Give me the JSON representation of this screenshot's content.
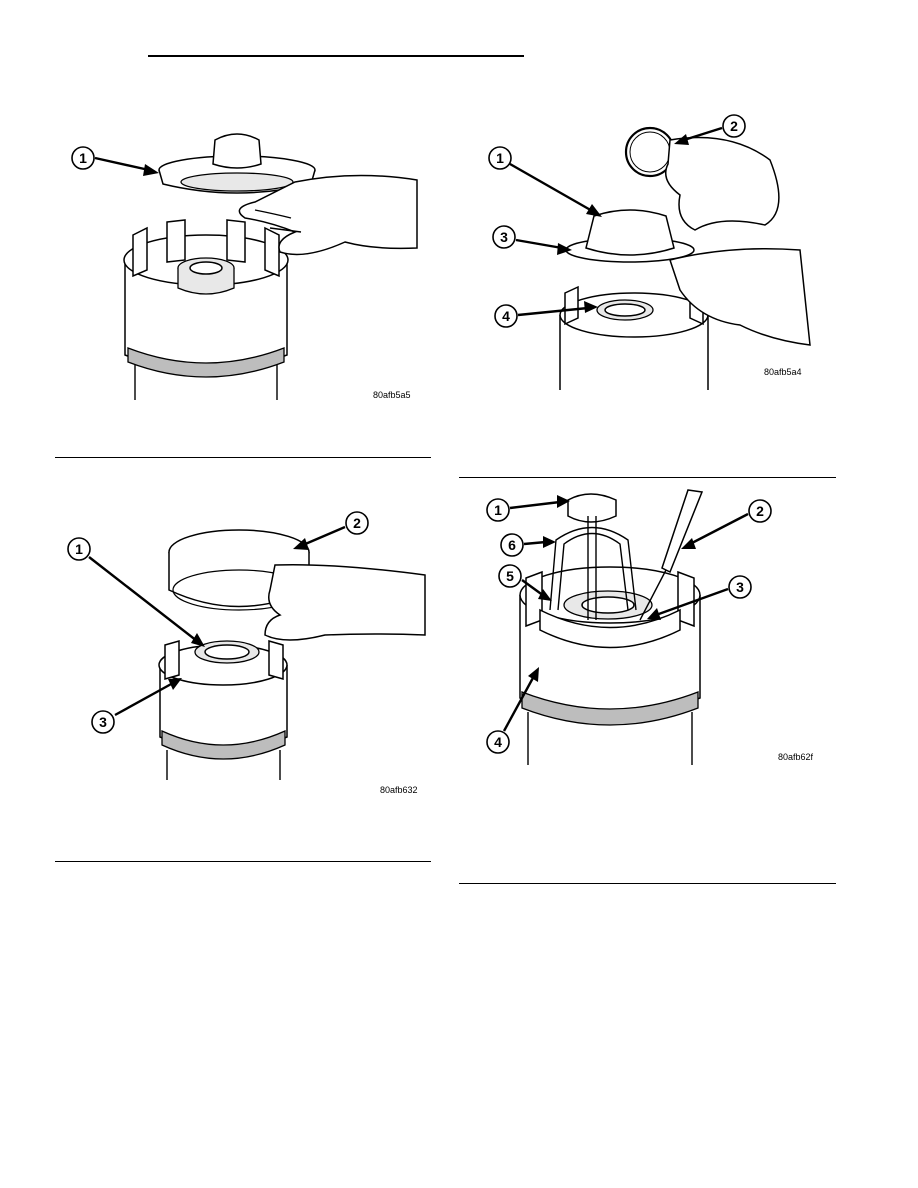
{
  "figures": [
    {
      "key": "fig_tl",
      "id_label": "80afb5a5",
      "callouts": [
        "1"
      ]
    },
    {
      "key": "fig_tr",
      "id_label": "80afb5a4",
      "callouts": [
        "1",
        "2",
        "3",
        "4"
      ]
    },
    {
      "key": "fig_bl",
      "id_label": "80afb632",
      "callouts": [
        "1",
        "2",
        "3"
      ]
    },
    {
      "key": "fig_br",
      "id_label": "80afb62f",
      "callouts": [
        "1",
        "2",
        "3",
        "4",
        "5",
        "6"
      ]
    }
  ]
}
